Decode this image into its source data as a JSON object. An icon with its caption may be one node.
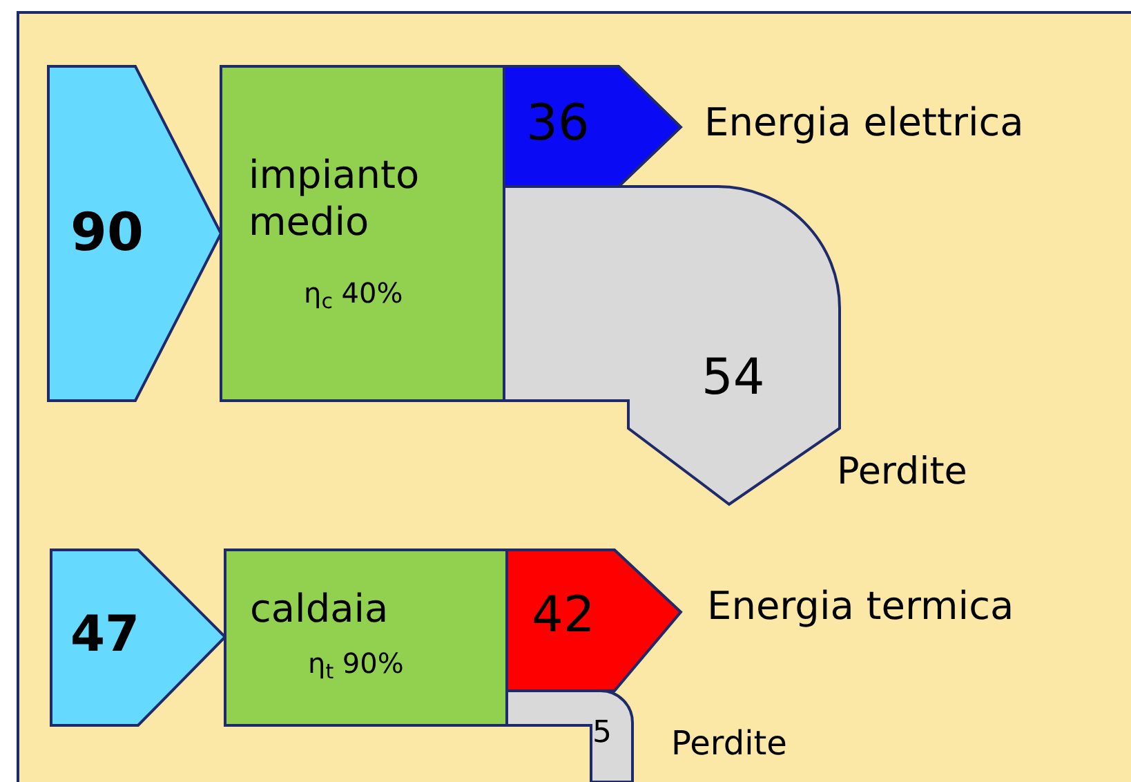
{
  "diagram": {
    "nodes": [
      {
        "text": [
          "90"
        ]
      },
      {
        "text": [
          "impianto medio",
          "η$_{c}$ 40%"
        ]
      },
      {
        "text": [
          "36"
        ],
        "beside": [
          "Energia elettrica"
        ]
      },
      {
        "text": [
          "54"
        ],
        "beside": [
          "Perdite"
        ]
      },
      {
        "text": [
          "47"
        ]
      },
      {
        "text": [
          "caldaia",
          "η$_{t}$ 90%"
        ]
      },
      {
        "text": [
          "42"
        ],
        "beside": [
          "Energia termica"
        ]
      },
      {
        "text": [
          "5"
        ],
        "beside": [
          "Perdite"
        ]
      }
    ]
  }
}
